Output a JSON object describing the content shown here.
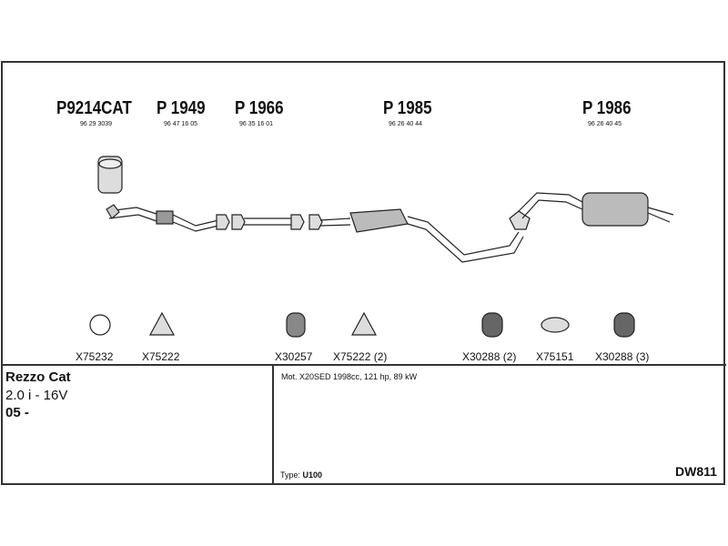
{
  "parts": [
    {
      "number": "P9214CAT",
      "oe": "96 29 3039"
    },
    {
      "number": "P 1949",
      "oe": "96 47 16 05"
    },
    {
      "number": "P 1966",
      "oe": "96 35 16 01"
    },
    {
      "number": "P 1985",
      "oe": "96 26 40 44"
    },
    {
      "number": "P 1986",
      "oe": "96 26 40 45"
    }
  ],
  "accessories": [
    "X75232",
    "X75222",
    "X30257",
    "X75222 (2)",
    "X30288 (2)",
    "X75151",
    "X30288 (3)"
  ],
  "vehicle": {
    "model": "Rezzo Cat",
    "engine": "2.0 i - 16V",
    "year": "05 -"
  },
  "motor": "Mot. X20SED 1998cc, 121 hp, 89 kW",
  "type_label": "Type:",
  "type_value": "U100",
  "code": "DW811"
}
